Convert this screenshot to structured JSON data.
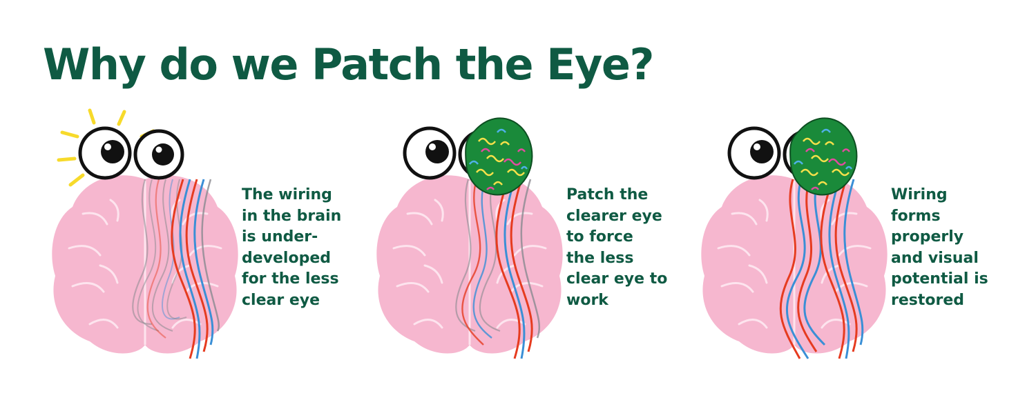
{
  "title": "Why do we Patch the Eye?",
  "colors": {
    "title_text": "#0f5a43",
    "brain": "#f6b7cf",
    "brain_fold": "#fde4ee",
    "eye_outline": "#111111",
    "pupil": "#111111",
    "sparkle": "#f7da2b",
    "patch": "#1a8a3a",
    "wire_red": "#e63b1f",
    "wire_blue": "#3a8fd6",
    "wire_grey": "#8a8a90"
  },
  "panels": [
    {
      "caption_lines": [
        "The wiring",
        "in the brain",
        "is under-",
        "developed",
        "for the less",
        "clear eye"
      ],
      "patched": false,
      "sparkles": true,
      "wiring": "underdeveloped"
    },
    {
      "caption_lines": [
        "Patch the",
        "clearer eye",
        "to force",
        "the less",
        "clear eye to",
        "work"
      ],
      "patched": true,
      "sparkles": false,
      "wiring": "developing"
    },
    {
      "caption_lines": [
        "Wiring",
        "forms",
        "properly",
        "and visual",
        "potential is",
        "restored"
      ],
      "patched": true,
      "sparkles": false,
      "wiring": "restored"
    }
  ]
}
